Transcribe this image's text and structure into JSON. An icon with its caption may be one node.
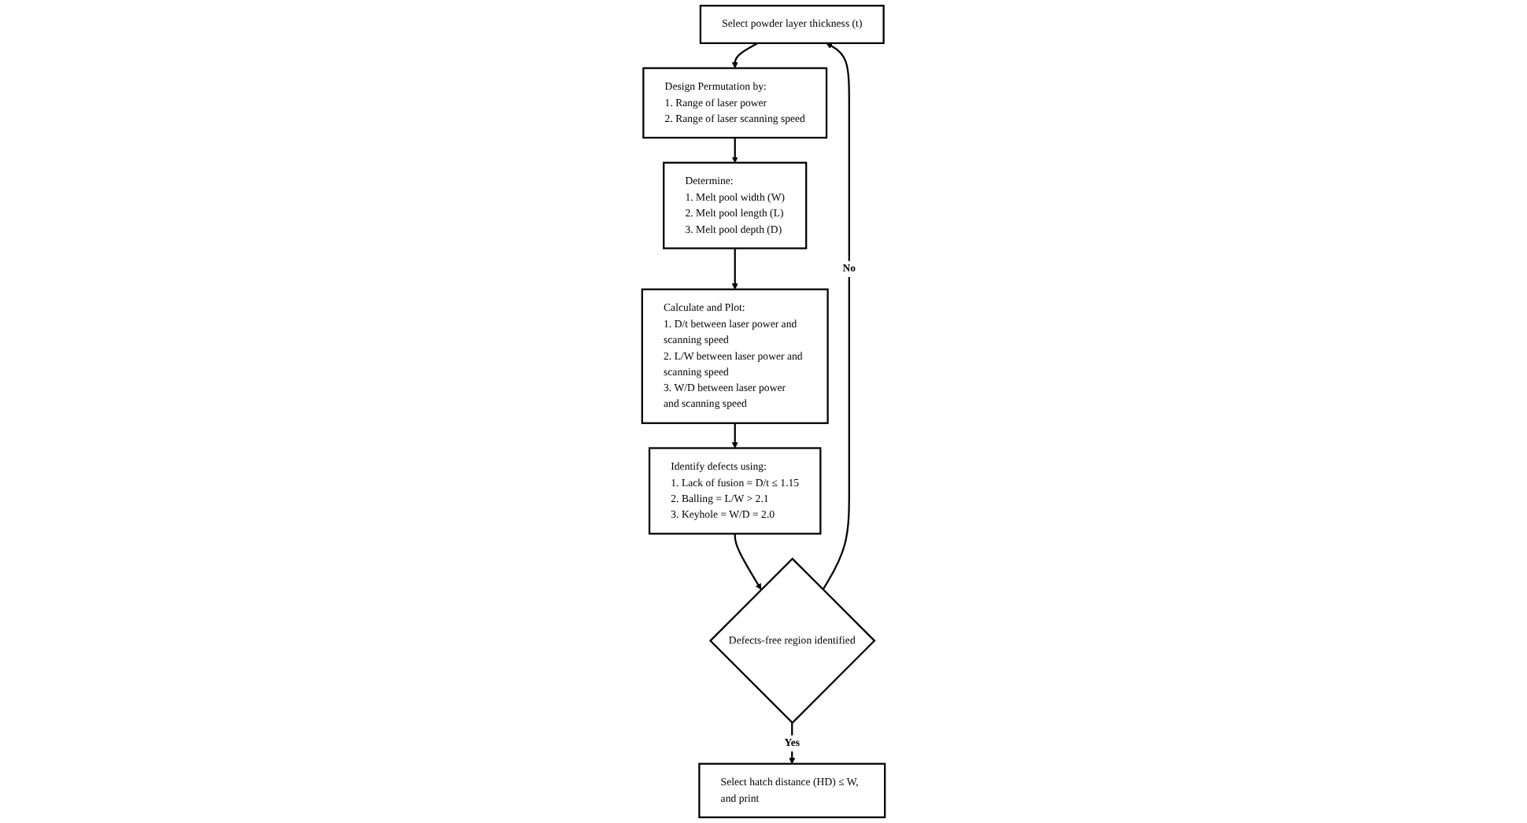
{
  "diagram": {
    "nodes": [
      {
        "text": [
          "Select powder layer thickness (t)"
        ]
      },
      {
        "text": [
          "Design Permutation by:",
          "1. Range of laser power",
          "2. Range of laser scanning speed"
        ]
      },
      {
        "text": [
          "Determine:",
          "1. Melt pool width (W)",
          "2. Melt pool length (L)",
          "3. Melt pool depth (D)"
        ]
      },
      {
        "text": [
          "Calculate and Plot:",
          "1. D/t between laser power and scanning speed",
          "2. L/W between laser power and scanning speed",
          "3. W/D between laser power and scanning speed"
        ]
      },
      {
        "text": [
          "Identify defects using:",
          "1. Lack of fusion = D/t ≤ 1.15",
          "2. Balling = L/W > 2.1",
          "3. Keyhole = W/D = 2.0"
        ]
      },
      {
        "text": [
          "Defects-free region identified"
        ]
      },
      {
        "text": [
          "Select hatch distance (HD) ≤ W, and print"
        ]
      }
    ],
    "edges": [
      {
        "from": 0,
        "to": 1,
        "arrow": "to"
      },
      {
        "from": 1,
        "to": 2,
        "arrow": "to"
      },
      {
        "from": 2,
        "to": 3,
        "arrow": "to"
      },
      {
        "from": 3,
        "to": 4,
        "arrow": "to"
      },
      {
        "from": 4,
        "to": 5,
        "arrow": "to"
      },
      {
        "from": 5,
        "to": 0,
        "arrow": "to",
        "label": "No"
      },
      {
        "from": 5,
        "to": 6,
        "arrow": "to",
        "label": "Yes"
      }
    ]
  }
}
